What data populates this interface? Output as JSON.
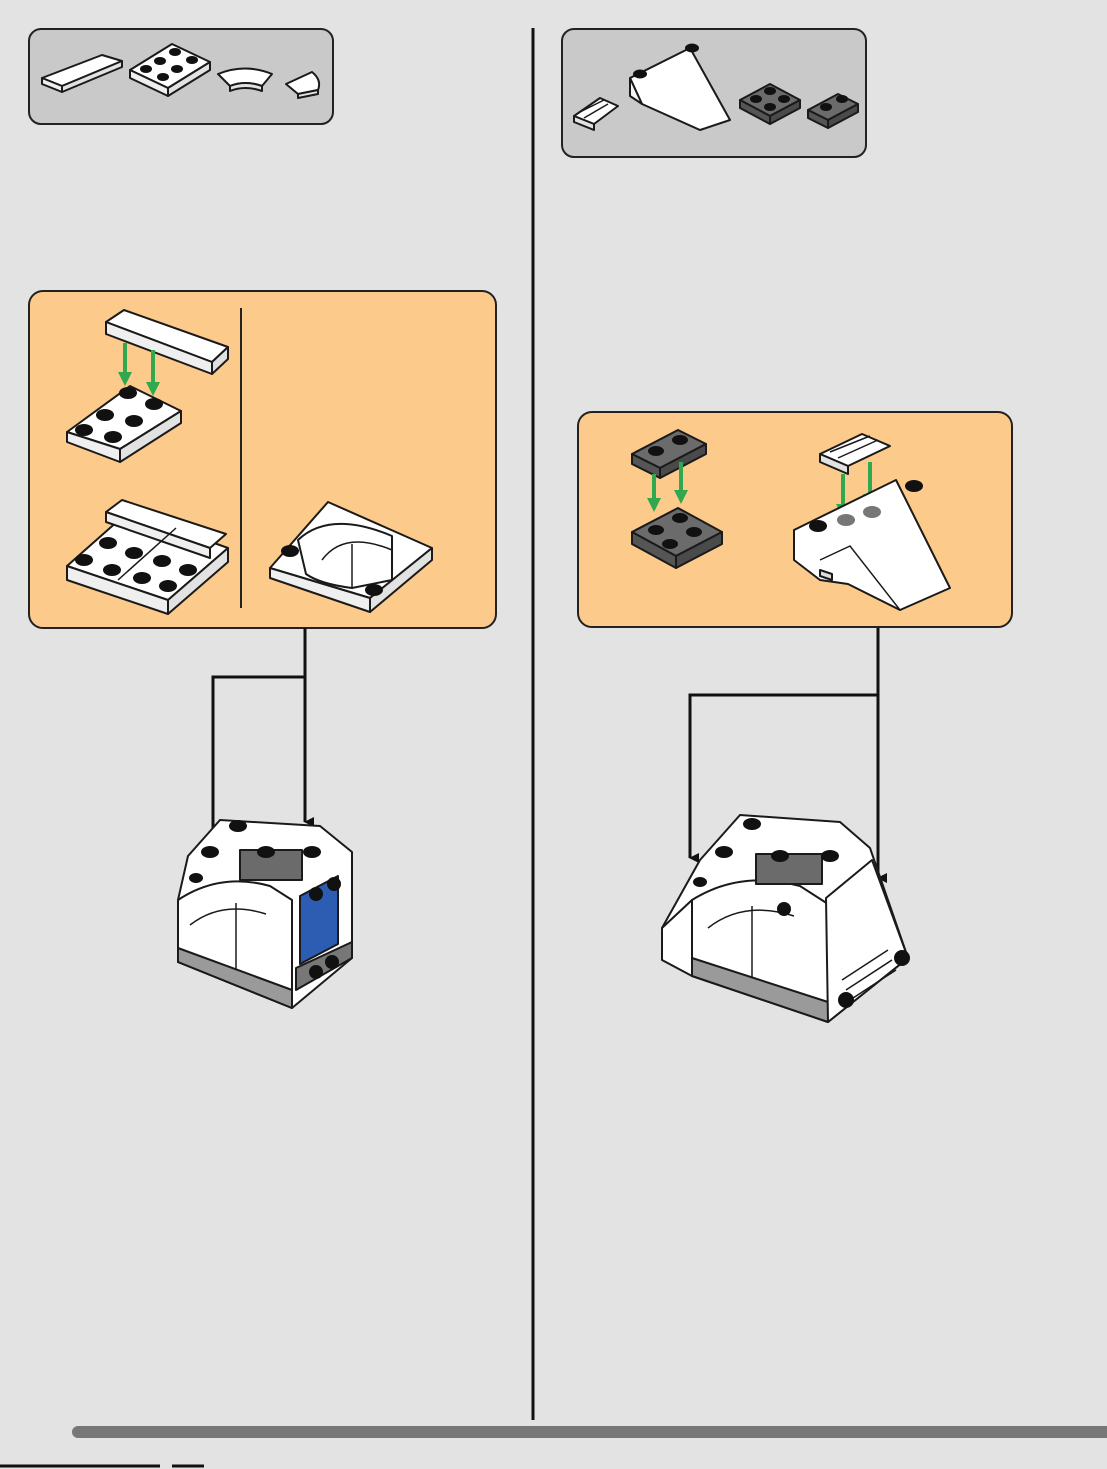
{
  "page": {
    "description_free": true,
    "colors": {
      "background": "#e3e3e3",
      "parts_panel": "#c9c9c9",
      "sub_assembly_panel": "#fcca8a",
      "arrow_green": "#2fa84f",
      "white_part": "#ffffff",
      "dark_gray_part": "#6b6b6b",
      "blue_part": "#2d5db3",
      "bottom_bar": "#777777"
    }
  },
  "left_step": {
    "parts_list": {
      "parts": [
        {
          "icon": "white-tile-1x4",
          "color": "white"
        },
        {
          "icon": "white-plate-2x3",
          "color": "white"
        },
        {
          "icon": "white-curved-tile",
          "color": "white"
        },
        {
          "icon": "white-round-quarter-tile",
          "color": "white"
        }
      ]
    },
    "sub_assembly": {
      "stages": [
        "tile-onto-plate",
        "combined-plate-row",
        "curved-tile-assembly"
      ],
      "arrow_count": 2
    },
    "result_model": {
      "icon": "r2-body-model-with-blue-panel"
    }
  },
  "right_step": {
    "parts_list": {
      "parts": [
        {
          "icon": "white-grille-tile",
          "color": "white"
        },
        {
          "icon": "white-wedge-slope",
          "color": "white"
        },
        {
          "icon": "dark-gray-plate-2x2",
          "color": "dark gray"
        },
        {
          "icon": "dark-gray-plate-1x2",
          "color": "dark gray"
        }
      ]
    },
    "sub_assembly": {
      "stages": [
        "gray-plate-stack",
        "grille-onto-wedge"
      ],
      "arrow_count": 4
    },
    "result_model": {
      "icon": "r2-body-model-with-wedge"
    }
  }
}
